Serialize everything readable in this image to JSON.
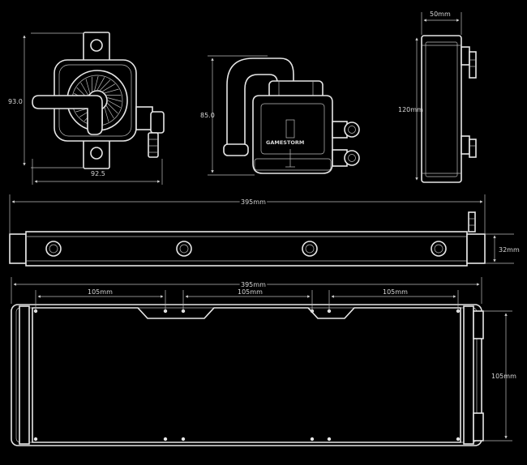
{
  "dimensions": {
    "pump_height": "93.0",
    "pump_width": "92.5",
    "pump_side_height": "85.0",
    "end_width": "50mm",
    "end_height": "120mm",
    "rad_length_top": "395mm",
    "rad_thickness": "32mm",
    "rad_length_front": "395mm",
    "fan_spacing_1": "105mm",
    "fan_spacing_2": "105mm",
    "fan_spacing_3": "105mm",
    "rad_width": "105mm"
  },
  "branding": {
    "logo_text": "GAMESTORM"
  },
  "colors": {
    "background": "#000000",
    "lines": "#e6e6e6"
  }
}
